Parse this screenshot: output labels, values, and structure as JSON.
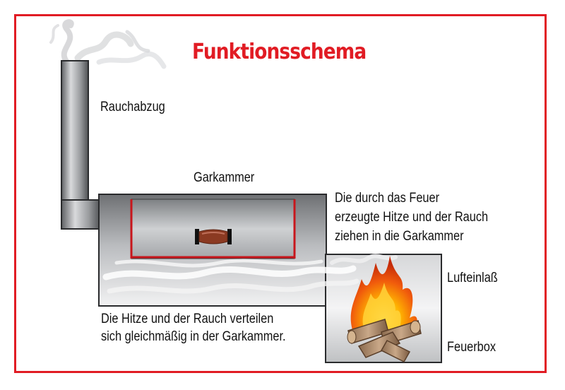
{
  "title": "Funktionsschema",
  "labels": {
    "chimney": "Rauchabzug",
    "cooking_chamber": "Garkammer",
    "fire_heat_line1": "Die durch das Feuer",
    "fire_heat_line2": "erzeugte Hitze und der Rauch",
    "fire_heat_line3": "ziehen in die Garkammer",
    "air_inlet": "Lufteinlaß",
    "distribution_line1": "Die Hitze und der Rauch verteilen",
    "distribution_line2": "sich gleichmäßig in der Garkammer.",
    "firebox": "Feuerbox"
  },
  "colors": {
    "frame": "#e11c24",
    "title": "#e11c24",
    "metal_dark": "#6b6d70",
    "metal_light": "#e2e3e5",
    "grate": "#b01a1e",
    "sausage": "#8b3a22"
  }
}
